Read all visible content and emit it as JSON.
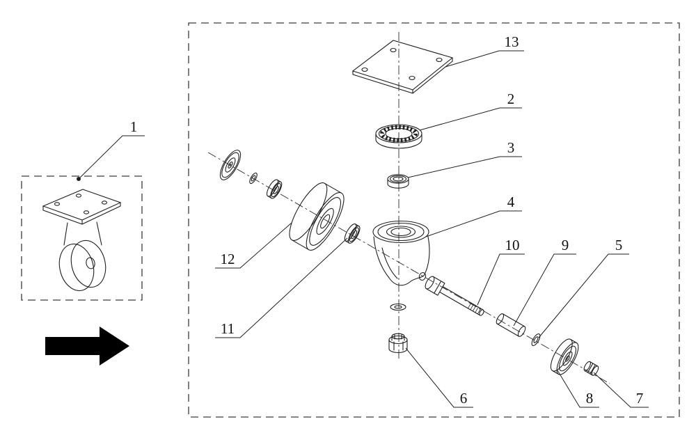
{
  "figure": {
    "colors": {
      "background": "#ffffff",
      "line": "#1f1f1f",
      "arrow": "#000000"
    }
  },
  "labels": {
    "p1": "1",
    "p2": "2",
    "p3": "3",
    "p4": "4",
    "p5": "5",
    "p6": "6",
    "p7": "7",
    "p8": "8",
    "p9": "9",
    "p10": "10",
    "p11": "11",
    "p12": "12",
    "p13": "13"
  }
}
